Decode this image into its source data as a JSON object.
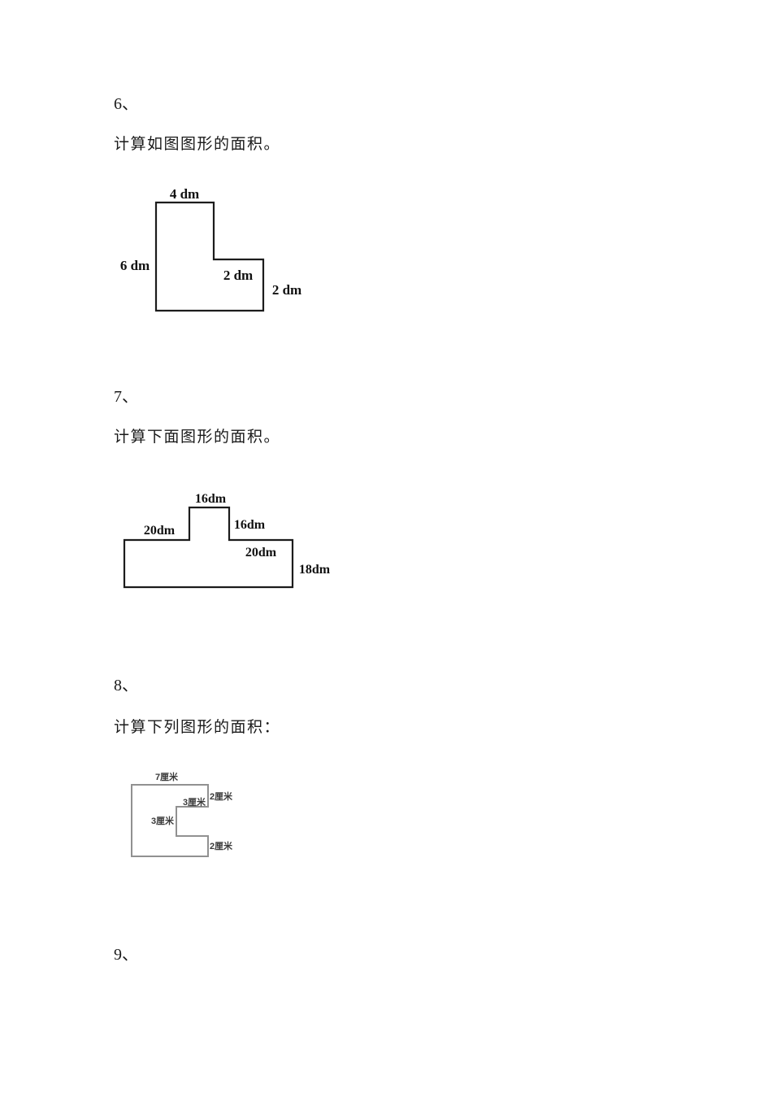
{
  "page": {
    "background": "#ffffff",
    "text_color": "#1a1a1a"
  },
  "questions": [
    {
      "number": "6、",
      "prompt": "计算如图图形的面积。",
      "figure": {
        "type": "polygon",
        "shape": "L-shape",
        "stroke": "#1c1c1c",
        "unit": "dm",
        "labels": [
          {
            "position": "top-edge",
            "text": "4 dm"
          },
          {
            "position": "left-edge",
            "text": "6 dm"
          },
          {
            "position": "inner-step-edge",
            "text": "2 dm"
          },
          {
            "position": "right-edge",
            "text": "2 dm"
          }
        ]
      }
    },
    {
      "number": "7、",
      "prompt": "计算下面图形的面积。",
      "figure": {
        "type": "polygon",
        "shape": "T-shape",
        "stroke": "#1c1c1c",
        "unit": "dm",
        "labels": [
          {
            "position": "bump-top-edge",
            "text": "16dm"
          },
          {
            "position": "left-shoulder-edge",
            "text": "20dm"
          },
          {
            "position": "bump-right-edge",
            "text": "16dm"
          },
          {
            "position": "right-shoulder-edge",
            "text": "20dm"
          },
          {
            "position": "right-edge",
            "text": "18dm"
          }
        ]
      }
    },
    {
      "number": "8、",
      "prompt": "计算下列图形的面积：",
      "figure": {
        "type": "polygon",
        "shape": "C-shape",
        "stroke": "#919191",
        "unit": "厘米",
        "labels": [
          {
            "position": "top-edge",
            "text": "7厘米"
          },
          {
            "position": "right-upper-edge",
            "text": "2厘米"
          },
          {
            "position": "notch-top-edge",
            "text": "3厘米"
          },
          {
            "position": "notch-left-edge",
            "text": "3厘米"
          },
          {
            "position": "right-lower-edge",
            "text": "2厘米"
          }
        ]
      }
    },
    {
      "number": "9、"
    }
  ]
}
